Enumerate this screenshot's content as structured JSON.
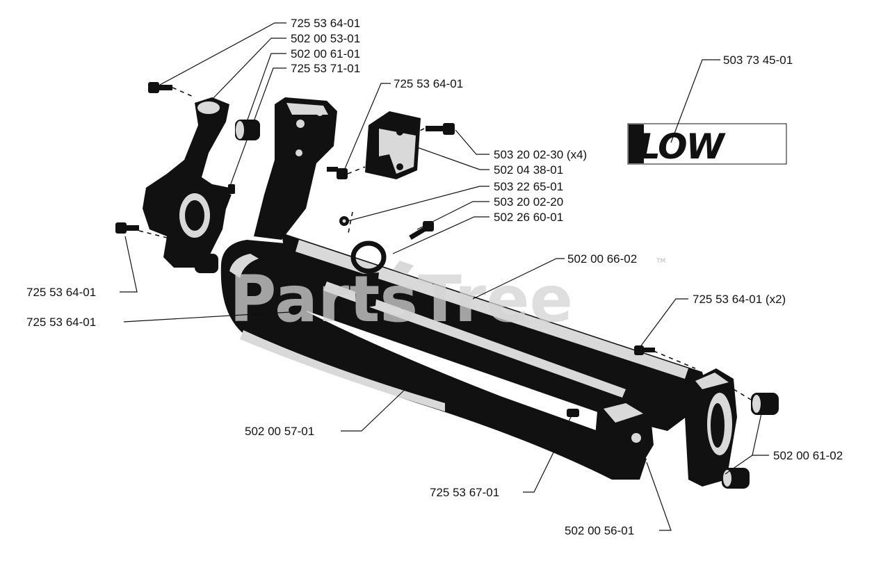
{
  "diagram": {
    "parts": [
      {
        "id": "p1",
        "part_no": "725 53 64-01"
      },
      {
        "id": "p2",
        "part_no": "502 00 53-01"
      },
      {
        "id": "p3",
        "part_no": "502 00 61-01"
      },
      {
        "id": "p4",
        "part_no": "725 53 71-01"
      },
      {
        "id": "p5",
        "part_no": "725 53 64-01"
      },
      {
        "id": "p6",
        "part_no": "503 73 45-01"
      },
      {
        "id": "p7",
        "part_no": "503 20 02-30 (x4)"
      },
      {
        "id": "p8",
        "part_no": "502 04 38-01"
      },
      {
        "id": "p9",
        "part_no": "503 22 65-01"
      },
      {
        "id": "p10",
        "part_no": "503 20 02-20"
      },
      {
        "id": "p11",
        "part_no": "502 26 60-01"
      },
      {
        "id": "p12",
        "part_no": "502 00 66-02"
      },
      {
        "id": "p13",
        "part_no": "725 53 64-01"
      },
      {
        "id": "p14",
        "part_no": "725 53 64-01"
      },
      {
        "id": "p15",
        "part_no": "725 53 64-01 (x2)"
      },
      {
        "id": "p16",
        "part_no": "502 00 61-02"
      },
      {
        "id": "p17",
        "part_no": "502 00 57-01"
      },
      {
        "id": "p18",
        "part_no": "725 53 67-01"
      },
      {
        "id": "p19",
        "part_no": "502 00 56-01"
      }
    ],
    "decal_text": "LOW",
    "watermark": "PartsTree",
    "watermark_mark": "TM"
  }
}
